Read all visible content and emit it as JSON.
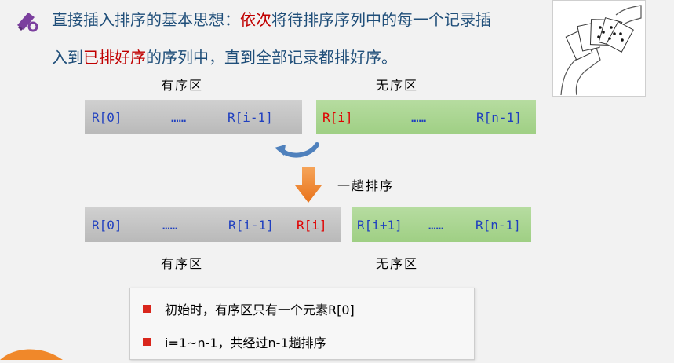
{
  "headline": {
    "line1_part1": "直接插入排序的基本思想：",
    "line1_part2": "依次",
    "line1_part3": "将待排序序列中的每一个记录插",
    "line2_part1": "入到",
    "line2_part2": "已排好序",
    "line2_part3": "的序列中，直到全部记录都排好序。"
  },
  "before": {
    "sorted_label": "有序区",
    "unsorted_label": "无序区",
    "sorted_cells": [
      "R[0]",
      "……",
      "R[i-1]"
    ],
    "unsorted_cells": [
      "R[i]",
      "……",
      "R[n-1]"
    ]
  },
  "step_label": "一趟排序",
  "after": {
    "sorted_label": "有序区",
    "unsorted_label": "无序区",
    "sorted_cells": [
      "R[0]",
      "……",
      "R[i-1]",
      "R[i]"
    ],
    "unsorted_cells": [
      "R[i+1]",
      "……",
      "R[n-1]"
    ]
  },
  "notes": [
    "初始时，有序区只有一个元素R[0]",
    "i=1~n-1，共经过n-1趟排序"
  ],
  "colors": {
    "headline": "#1f4e79",
    "highlight": "#c00000",
    "index_blue": "#1f3fbf",
    "index_red": "#e00000",
    "sorted_bar": "#bcbcbc",
    "unsorted_bar": "#a6d48c",
    "arrow_orange": "#f0882a",
    "bullet_red": "#d9261c"
  },
  "icons": [
    "scroll-icon",
    "playing-cards-hand-illustration",
    "curved-arrow-icon",
    "down-arrow-icon"
  ]
}
